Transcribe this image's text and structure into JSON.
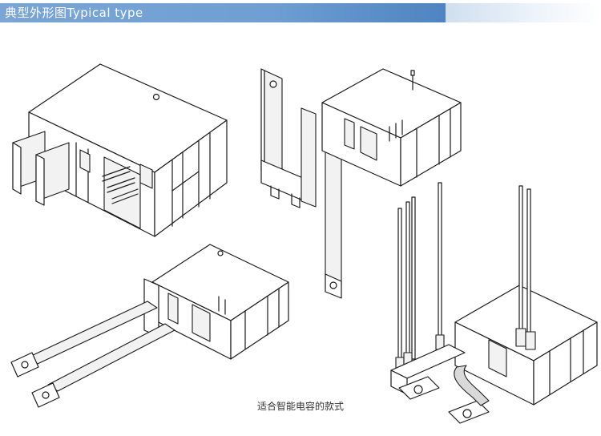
{
  "header": {
    "title": "典型外形图Typical type",
    "bar_color": "#6f9fd2"
  },
  "figure": {
    "caption": "适合智能电容的款式",
    "views": [
      {
        "id": "relay-tab-terminals",
        "icon": "relay-with-tabs"
      },
      {
        "id": "relay-long-bar-terminals",
        "icon": "relay-with-long-bars"
      },
      {
        "id": "relay-angled-bar-terminals",
        "icon": "relay-with-angled-bars"
      },
      {
        "id": "relay-wire-pin-terminals",
        "icon": "relay-with-wire-pins"
      }
    ]
  }
}
